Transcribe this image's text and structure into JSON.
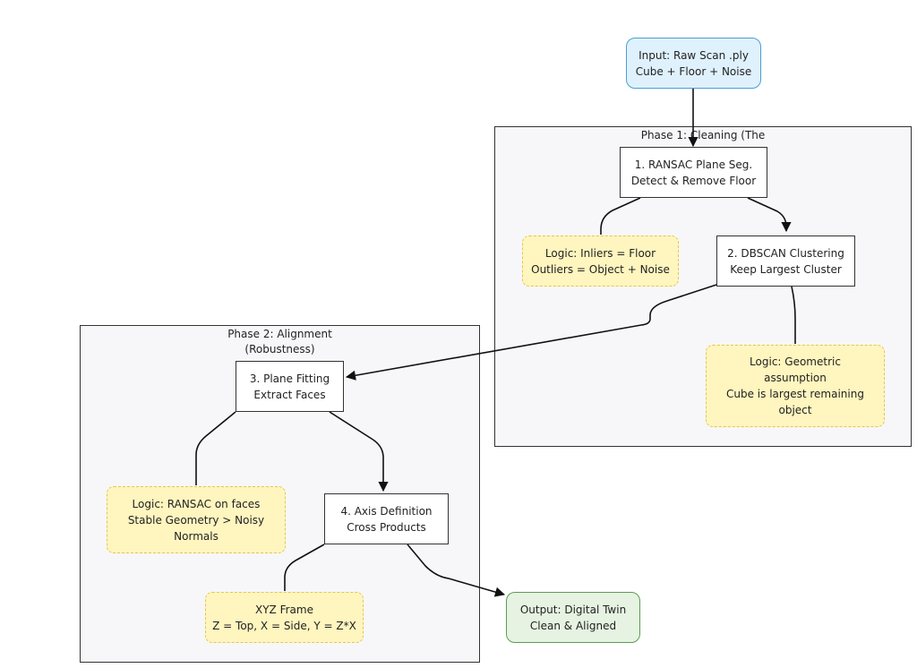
{
  "phases": {
    "phase1": {
      "title": "Phase 1: Cleaning (The"
    },
    "phase2": {
      "title": "Phase 2: Alignment\n(Robustness)"
    }
  },
  "nodes": {
    "input": "Input: Raw Scan .ply\nCube + Floor + Noise",
    "ransac": "1. RANSAC Plane Seg.\nDetect & Remove Floor",
    "logic_inliers": "Logic: Inliers = Floor\nOutliers = Object + Noise",
    "dbscan": "2. DBSCAN Clustering\nKeep Largest Cluster",
    "logic_geometric": "Logic: Geometric\nassumption\nCube is largest remaining\nobject",
    "plane_fitting": "3. Plane Fitting\nExtract Faces",
    "logic_ransac_faces": "Logic: RANSAC on faces\nStable Geometry > Noisy\nNormals",
    "axis_definition": "4. Axis Definition\nCross Products",
    "xyz_frame": "XYZ Frame\nZ = Top, X = Side, Y = Z*X",
    "output": "Output: Digital Twin\nClean & Aligned"
  },
  "colors": {
    "input_fill": "#dff1fd",
    "output_fill": "#e6f3e2",
    "note_fill": "#fff5bf",
    "phase_fill": "#f7f7fa"
  }
}
